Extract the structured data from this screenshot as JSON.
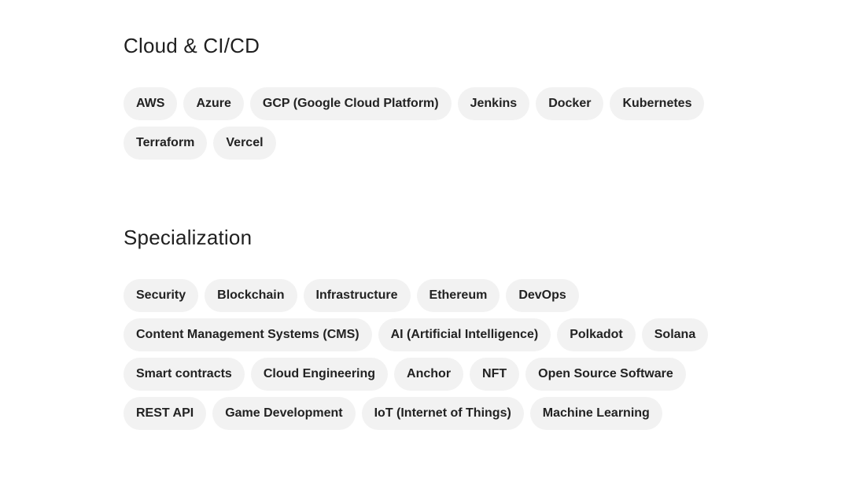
{
  "cloud": {
    "title": "Cloud & CI/CD",
    "tags": [
      "AWS",
      "Azure",
      "GCP (Google Cloud Platform)",
      "Jenkins",
      "Docker",
      "Kubernetes",
      "Terraform",
      "Vercel"
    ]
  },
  "specialization": {
    "title": "Specialization",
    "tags": [
      "Security",
      "Blockchain",
      "Infrastructure",
      "Ethereum",
      "DevOps",
      "Content Management Systems (CMS)",
      "AI (Artificial Intelligence)",
      "Polkadot",
      "Solana",
      "Smart contracts",
      "Cloud Engineering",
      "Anchor",
      "NFT",
      "Open Source Software",
      "REST API",
      "Game Development",
      "IoT (Internet of Things)",
      "Machine Learning"
    ]
  }
}
